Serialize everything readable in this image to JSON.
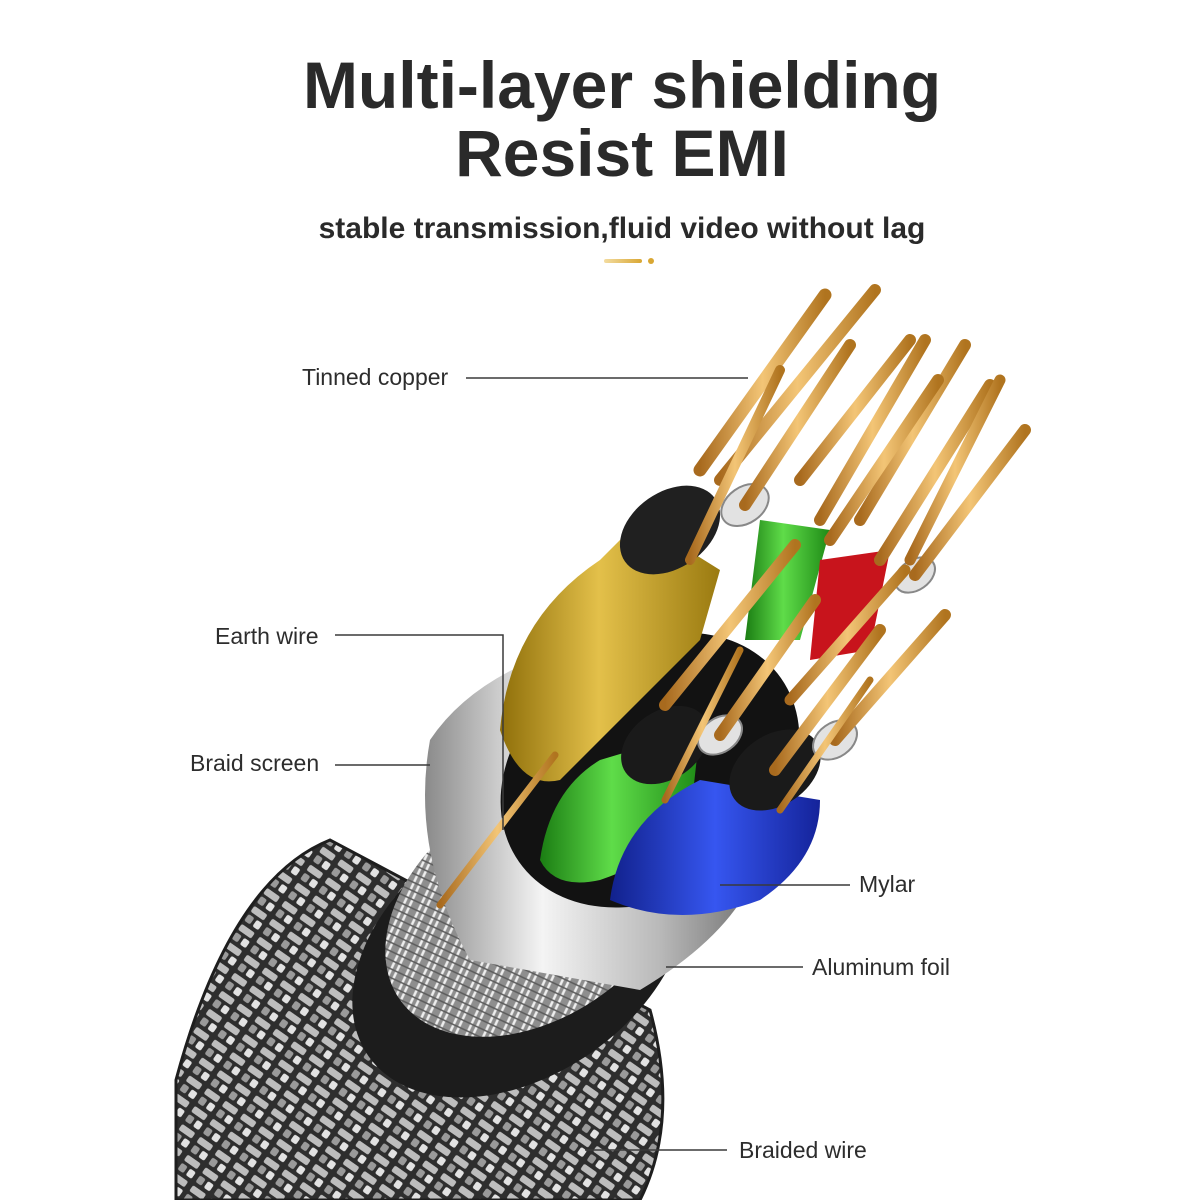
{
  "header": {
    "title_line1": "Multi-layer shielding",
    "title_line2": "Resist EMI",
    "subtitle": "stable transmission,fluid video without lag"
  },
  "labels": {
    "tinned_copper": "Tinned copper",
    "earth_wire": "Earth wire",
    "braid_screen": "Braid screen",
    "mylar": "Mylar",
    "aluminum_foil": "Aluminum foil",
    "braided_wire": "Braided wire"
  },
  "colors": {
    "text": "#2a2a2a",
    "accent_gold": "#d9a733",
    "copper": "#d89a3c",
    "core_yellow": "#c9a21c",
    "core_green": "#35b829",
    "core_blue": "#1f3bd6",
    "core_red": "#c8141c",
    "jacket": "#2b2b2b",
    "foil": "#cfcfcf"
  }
}
